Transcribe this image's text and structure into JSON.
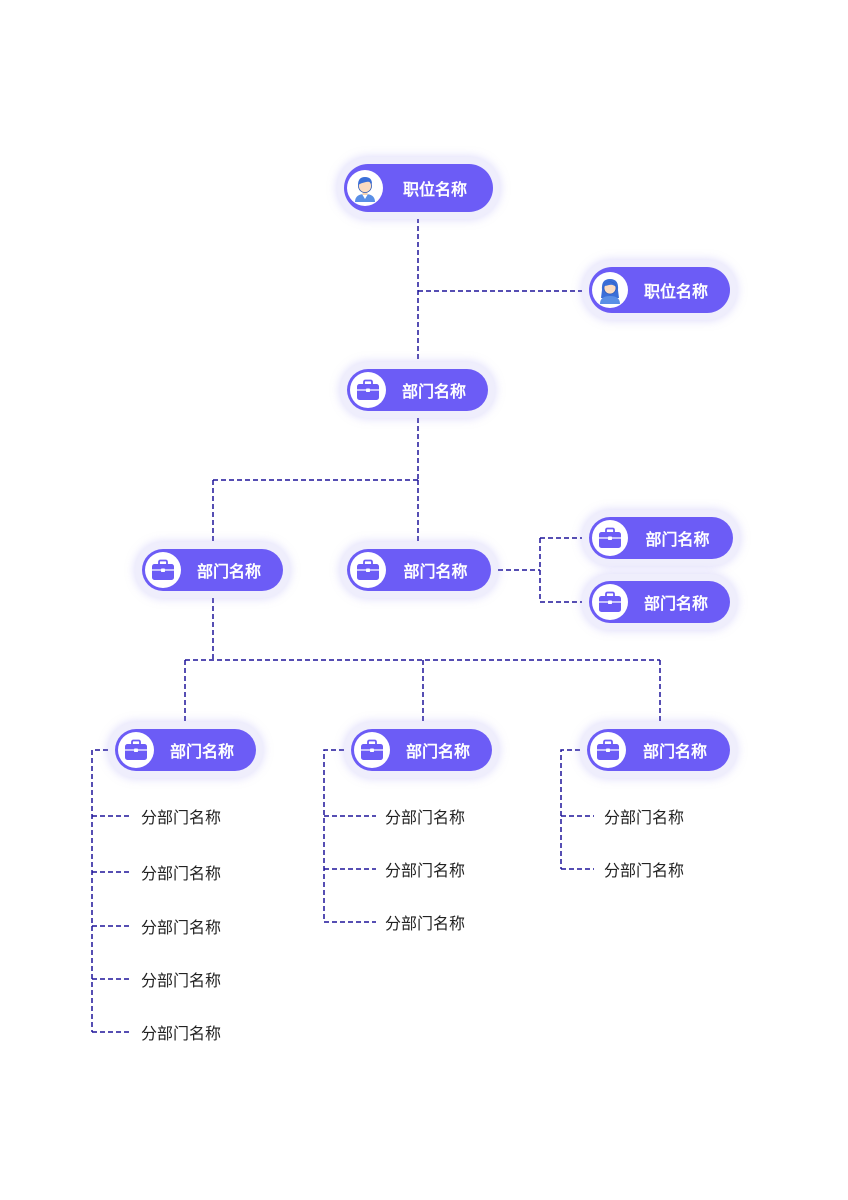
{
  "colors": {
    "accent": "#6c5cf6",
    "halo": "#efeefc",
    "line": "#1f149a"
  },
  "nodes": {
    "top_position": {
      "label": "职位名称",
      "icon": "male-avatar-icon"
    },
    "assistant_position": {
      "label": "职位名称",
      "icon": "female-avatar-icon"
    },
    "main_department": {
      "label": "部门名称",
      "icon": "briefcase-icon"
    },
    "left_department": {
      "label": "部门名称",
      "icon": "briefcase-icon"
    },
    "center_department": {
      "label": "部门名称",
      "icon": "briefcase-icon"
    },
    "right_department_1": {
      "label": "部门名称",
      "icon": "briefcase-icon"
    },
    "right_department_2": {
      "label": "部门名称",
      "icon": "briefcase-icon"
    },
    "group_a": {
      "label": "部门名称",
      "icon": "briefcase-icon",
      "subs": [
        "分部门名称",
        "分部门名称",
        "分部门名称",
        "分部门名称",
        "分部门名称"
      ]
    },
    "group_b": {
      "label": "部门名称",
      "icon": "briefcase-icon",
      "subs": [
        "分部门名称",
        "分部门名称",
        "分部门名称"
      ]
    },
    "group_c": {
      "label": "部门名称",
      "icon": "briefcase-icon",
      "subs": [
        "分部门名称",
        "分部门名称"
      ]
    }
  }
}
